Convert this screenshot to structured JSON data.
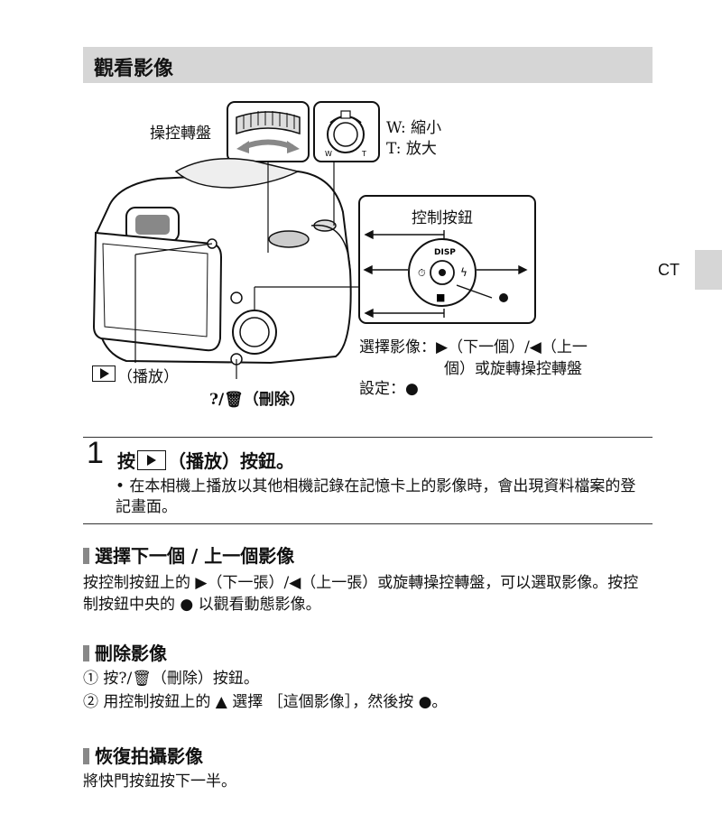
{
  "page_title": "觀看影像",
  "side_tab": "CT",
  "diagram": {
    "dial_label": "操控轉盤",
    "zoom_w": "W: 縮小",
    "zoom_t": "T: 放大",
    "zoom_w_letter": "W",
    "zoom_t_letter": "T",
    "control_button_title": "控制按鈕",
    "disp_label": "DISP",
    "select_line1": "選擇影像：▶（下一個）/◀（上一",
    "select_line2": "個）或旋轉操控轉盤",
    "set_label": "設定：●",
    "playback_label": "（播放）",
    "delete_label": "?/🗑（刪除）"
  },
  "step1": {
    "number": "1",
    "text_prefix": "按",
    "text_suffix": "（播放）按鈕。",
    "bullet": "• 在本相機上播放以其他相機記錄在記憶卡上的影像時，會出現資料檔案的登記畫面。"
  },
  "sections": [
    {
      "heading": "選擇下一個 / 上一個影像",
      "body": "按控制按鈕上的 ▶（下一張）/◀（上一張）或旋轉操控轉盤，可以選取影像。按控制按鈕中央的 ● 以觀看動態影像。"
    },
    {
      "heading": "刪除影像",
      "line1": "① 按?/🗑（刪除）按鈕。",
      "line2": "② 用控制按鈕上的 ▲ 選擇 ［這個影像］，然後按 ●。"
    },
    {
      "heading": "恢復拍攝影像",
      "body": "將快門按鈕按下一半。"
    }
  ]
}
